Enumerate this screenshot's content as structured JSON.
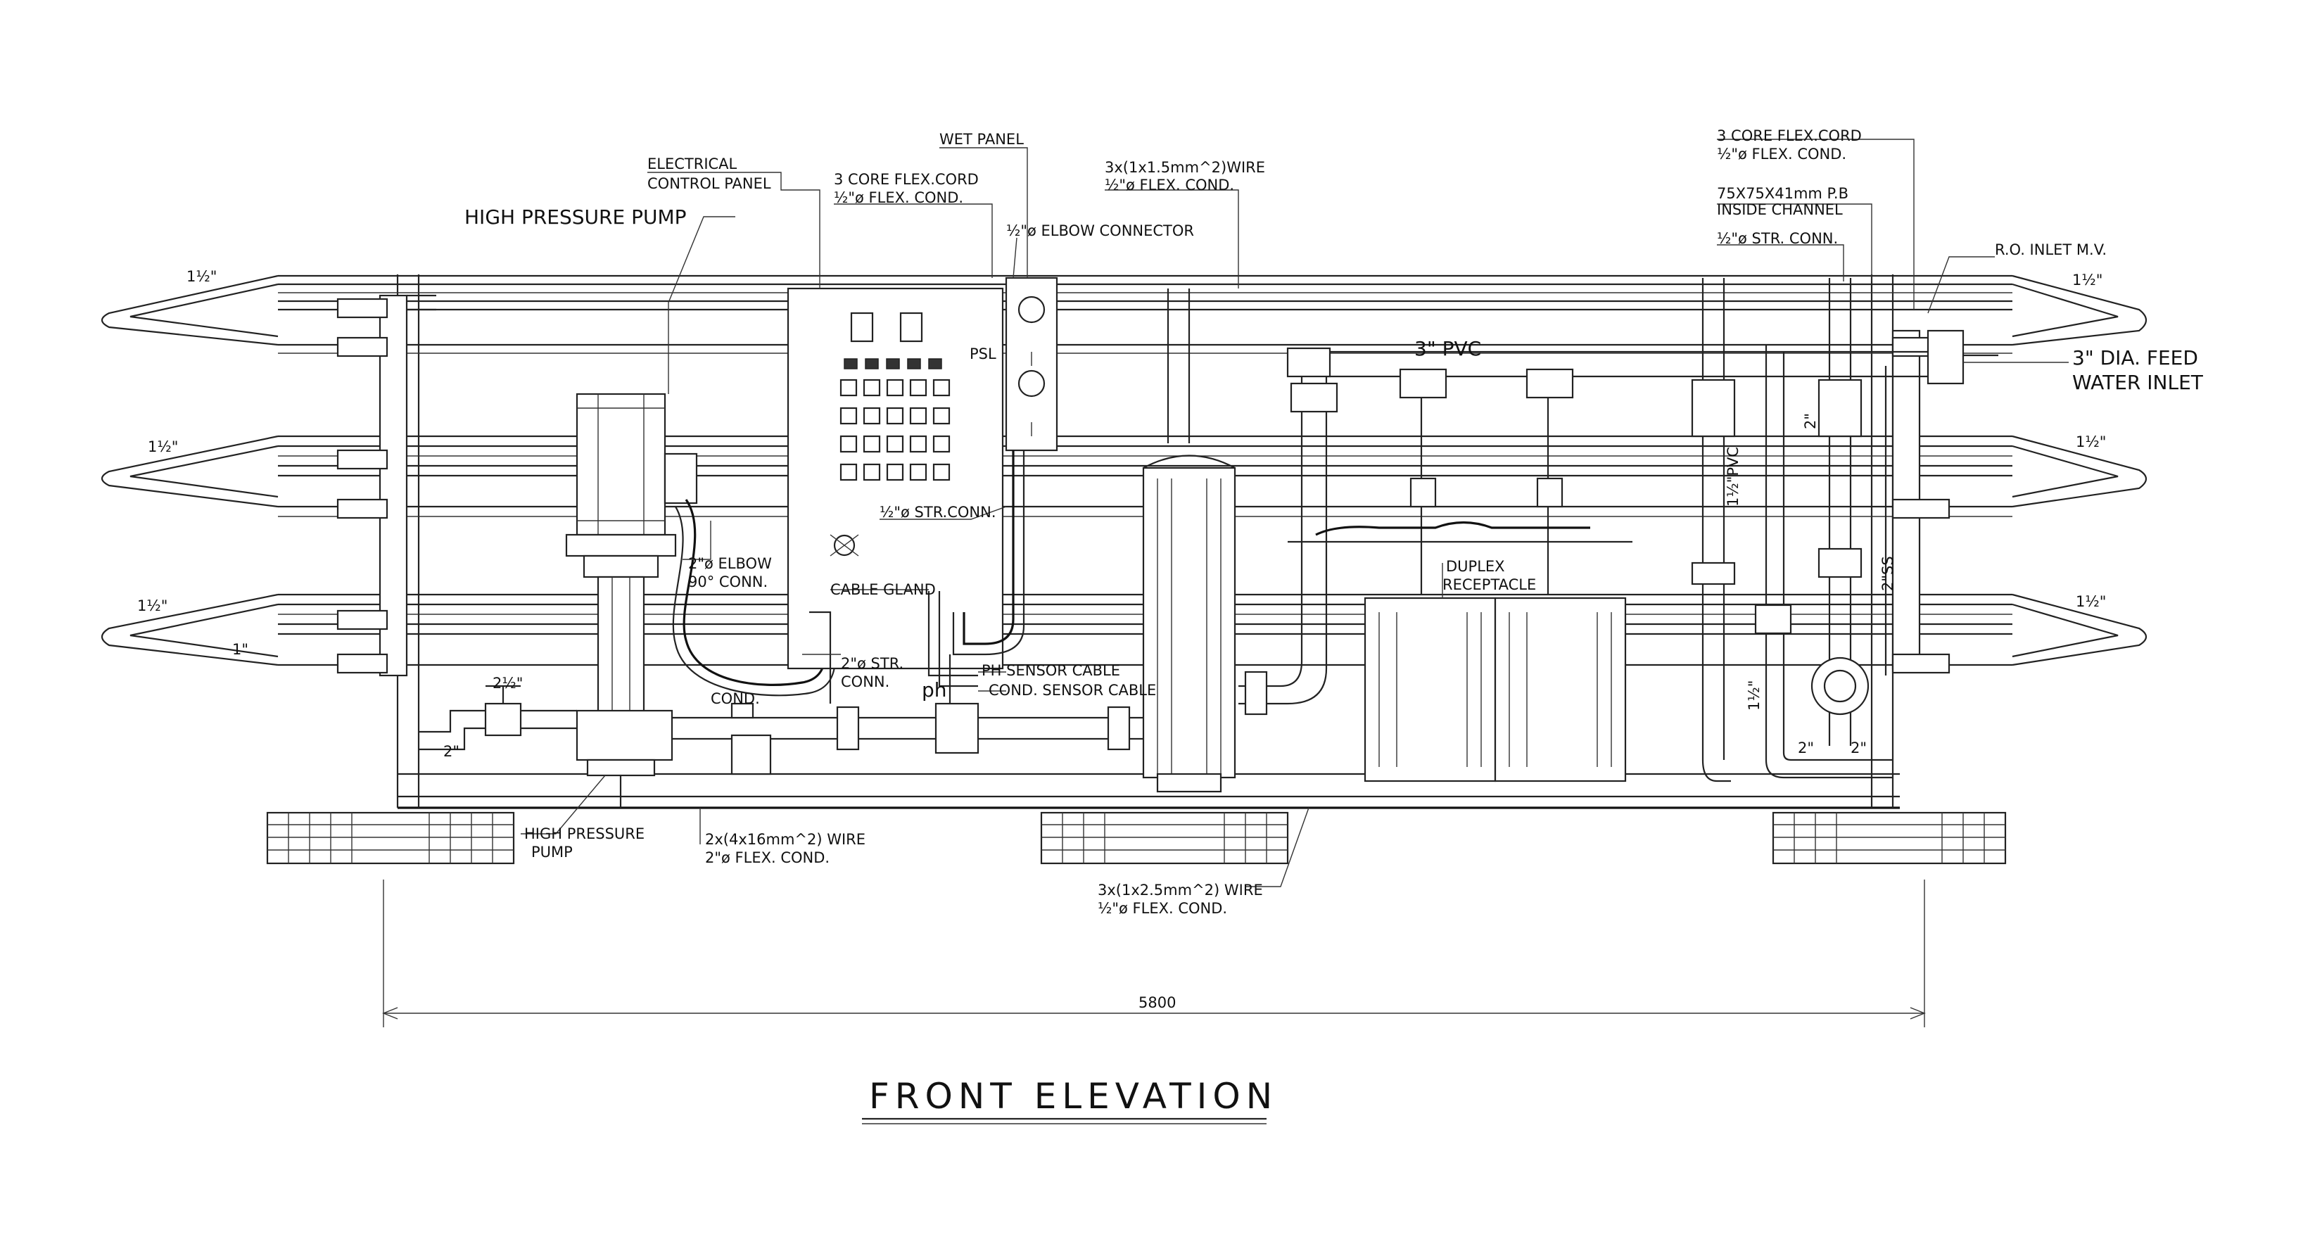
{
  "title": "FRONT ELEVATION",
  "callouts": {
    "electrical_control_panel_1": "ELECTRICAL",
    "electrical_control_panel_2": "CONTROL PANEL",
    "high_pressure_pump_top": "HIGH PRESSURE PUMP",
    "flex_cord_left_1": "3 CORE FLEX.CORD",
    "flex_cord_left_2": "½\"ø FLEX. COND.",
    "wet_panel": "WET PANEL",
    "wire_1_5_1": "3x(1x1.5mm^2)WIRE",
    "wire_1_5_2": "½\"ø FLEX. COND.",
    "elbow_connector": "½\"ø ELBOW CONNECTOR",
    "psl": "PSL",
    "pvc_3": "3\" PVC",
    "flex_cord_right_1": "3 CORE FLEX.CORD",
    "flex_cord_right_2": "½\"ø FLEX. COND.",
    "channel_1": "75X75X41mm P.B",
    "channel_2": "INSIDE CHANNEL",
    "str_conn_right": "½\"ø STR. CONN.",
    "ro_inlet": "R.O. INLET M.V.",
    "feed_inlet_1": "3\" DIA. FEED",
    "feed_inlet_2": "WATER INLET",
    "elbow_90_1": "2\"ø ELBOW",
    "elbow_90_2": "90° CONN.",
    "str_conn_mid": "½\"ø STR.CONN.",
    "cable_gland": "CABLE GLAND",
    "str_conn_2_1": "2\"ø STR.",
    "str_conn_2_2": "CONN.",
    "ph_sensor_cable": "PH SENSOR CABLE",
    "cond_sensor_cable": "COND. SENSOR CABLE",
    "ph": "ph",
    "cond": "COND.",
    "duplex_1": "DUPLEX",
    "duplex_2": "RECEPTACLE",
    "pvc_1_5": "1½\"PVC",
    "ss_2": "2\"SS",
    "high_pressure_pump_bottom_1": "HIGH PRESSURE",
    "high_pressure_pump_bottom_2": "PUMP",
    "wire_16_1": "2x(4x16mm^2) WIRE",
    "wire_16_2": "2\"ø FLEX. COND.",
    "wire_2_5_1": "3x(1x2.5mm^2) WIRE",
    "wire_2_5_2": "½\"ø FLEX. COND.",
    "dim_5800": "5800"
  },
  "sizes": {
    "left_top": "1½\"",
    "left_mid": "1½\"",
    "left_bot": "1½\"",
    "left_inner": "1\"",
    "right_top": "1½\"",
    "right_mid": "1½\"",
    "right_bot": "1½\"",
    "valve_2_5": "2½\"",
    "pipe_2_left": "2\"",
    "pipe_2_right_a": "2\"",
    "pipe_2_right_b": "2\"",
    "vertical_2": "2\"",
    "vertical_1_5": "1½\""
  }
}
